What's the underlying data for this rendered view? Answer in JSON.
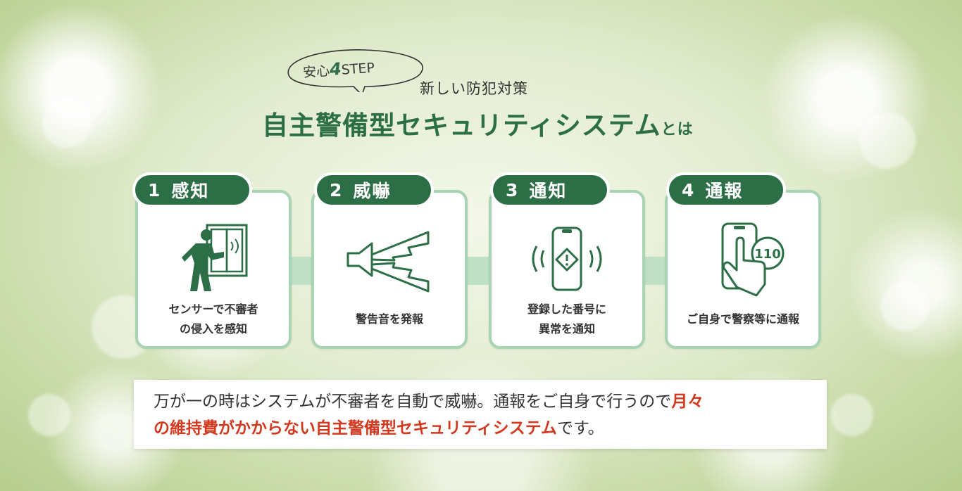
{
  "header": {
    "tagline_prefix": "安心",
    "tagline_number": "4",
    "tagline_suffix": "STEP",
    "subtitle": "新しい防犯対策",
    "title_main": "自主警備型セキュリティシステム",
    "title_suffix": "とは"
  },
  "steps": [
    {
      "number": "1",
      "title": "感知",
      "icon": "intruder-window-sensor-icon",
      "lines": [
        "センサーで不審者",
        "の侵入を感知"
      ]
    },
    {
      "number": "2",
      "title": "威嚇",
      "icon": "speaker-alarm-icon",
      "lines": [
        "警告音を発報"
      ]
    },
    {
      "number": "3",
      "title": "通知",
      "icon": "smartphone-alert-icon",
      "lines": [
        "登録した番号に",
        "異常を通知"
      ]
    },
    {
      "number": "4",
      "title": "通報",
      "icon": "phone-call-110-icon",
      "icon_label": "110",
      "lines": [
        "ご自身で警察等に通報"
      ]
    }
  ],
  "description": {
    "part1": "万が一の時はシステムが不審者を自動で威嚇。通報をご自身で行うので",
    "highlight1": "月々",
    "highlight2": "の維持費がかからない自主警備型セキュリティシステム",
    "part2": "です。"
  },
  "colors": {
    "accent_green": "#2c6e46",
    "border_green": "#a9d4b3",
    "highlight_red": "#d2391f"
  }
}
